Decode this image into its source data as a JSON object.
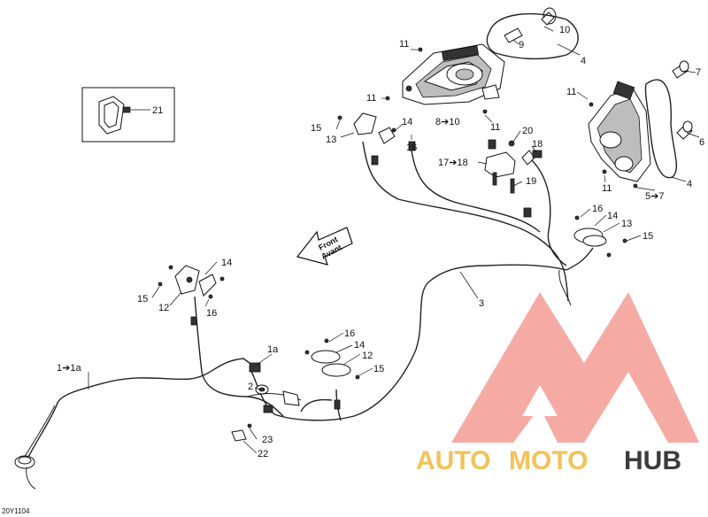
{
  "diagram": {
    "code": "20Y1104",
    "arrow_text_line1": "Front",
    "arrow_text_line2": "Avant",
    "callouts": {
      "c1": "1➔1a",
      "c1a": "1a",
      "c2": "2",
      "c3": "3",
      "c4a": "4",
      "c4b": "4",
      "c5to7": "5➔7",
      "c6": "6",
      "c7": "7",
      "c8to10": "8➔10",
      "c9": "9",
      "c10": "10",
      "c11a": "11",
      "c11b": "11",
      "c11c": "11",
      "c11d": "11",
      "c11e": "11",
      "c12a": "12",
      "c12b": "12",
      "c13a": "13",
      "c13b": "13",
      "c14a": "14",
      "c14b": "14",
      "c14c": "14",
      "c14d": "14",
      "c15a": "15",
      "c15b": "15",
      "c15c": "15",
      "c15d": "15",
      "c16a": "16",
      "c16b": "16",
      "c16c": "16",
      "c16d": "16",
      "c17to18": "17➔18",
      "c18": "18",
      "c19": "19",
      "c20": "20",
      "c21": "21",
      "c22": "22",
      "c23": "23"
    }
  },
  "watermark": {
    "word_auto": "AUTO",
    "word_moto": "MOTO",
    "word_hub": "HUB",
    "color_red": "#f07a70",
    "color_gold": "#f2c25a",
    "color_dark": "#3b3b3b"
  }
}
